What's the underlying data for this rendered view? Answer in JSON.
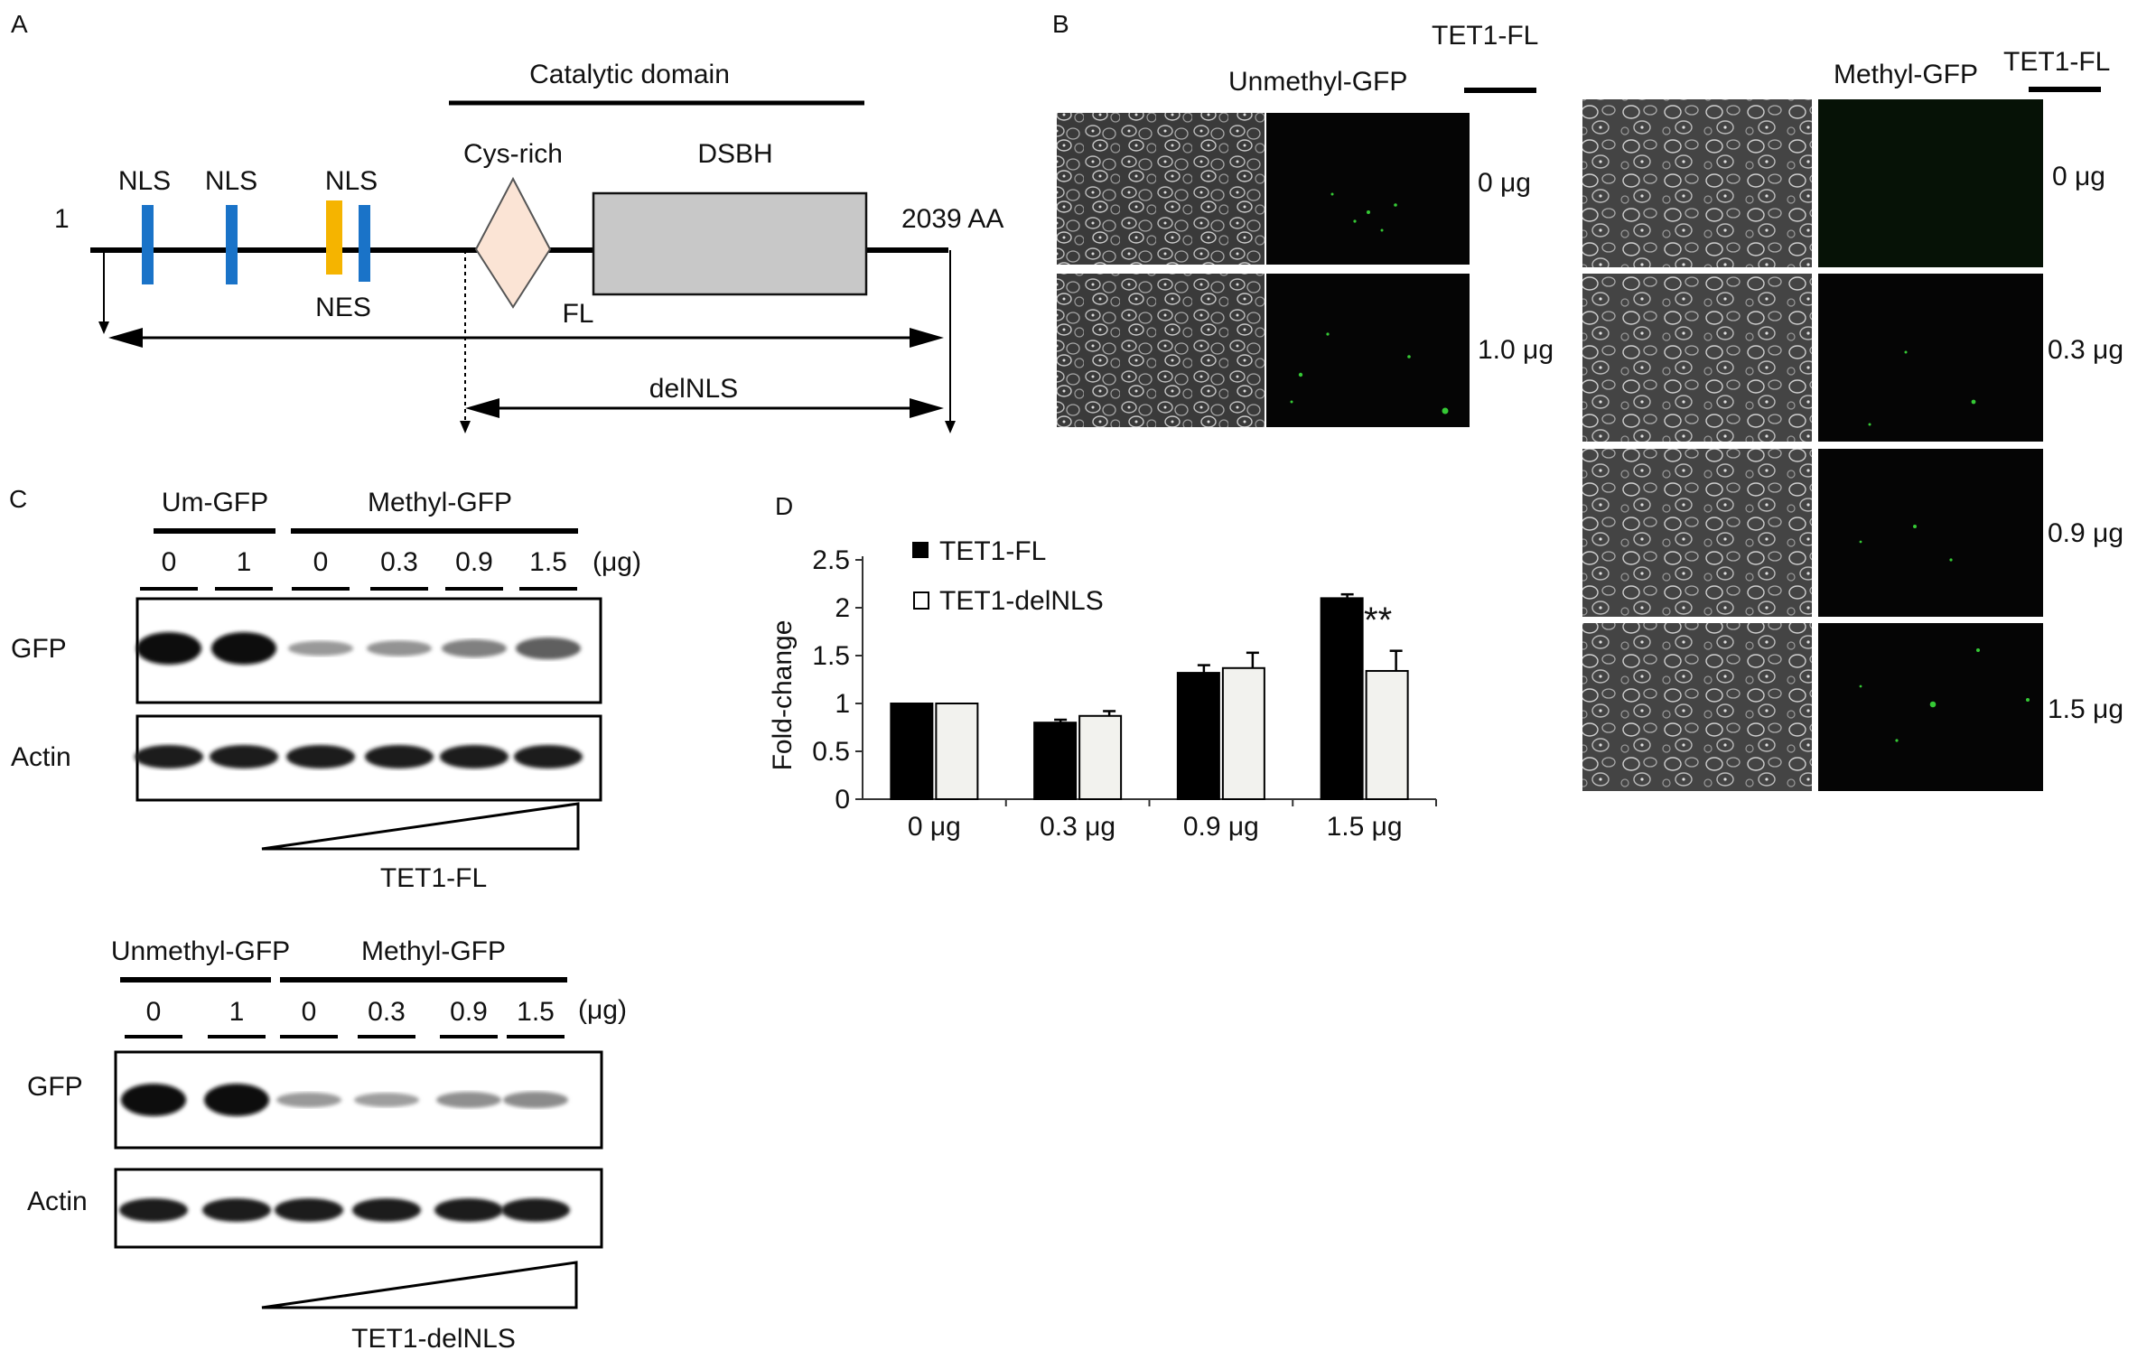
{
  "panel_letters": {
    "a": "A",
    "b": "B",
    "c": "C",
    "d": "D"
  },
  "colors": {
    "nls": "#1a73c8",
    "nes": "#f5b400",
    "cys": "#fbe4d5",
    "dsbh": "#c8c8c8",
    "gfp_dot": "#35c935",
    "bar_fl": "#000000",
    "bar_del": "#f2f2ee"
  },
  "panelA": {
    "domain_title": "Catalytic domain",
    "cys_label": "Cys-rich",
    "dsbh_label": "DSBH",
    "nls_labels": [
      "NLS",
      "NLS",
      "NLS"
    ],
    "nes_label": "NES",
    "start_label": "1",
    "end_label": "2039 AA",
    "fl_label": "FL",
    "delnls_label": "delNLS"
  },
  "panelB": {
    "left_header": "Unmethyl-GFP",
    "left_scale_label": "TET1-FL",
    "left_doses": [
      "0 μg",
      "1.0 μg"
    ],
    "right_header": "Methyl-GFP",
    "right_scale_label": "TET1-FL",
    "right_doses": [
      "0 μg",
      "0.3 μg",
      "0.9 μg",
      "1.5 μg"
    ]
  },
  "panelC": {
    "blot1": {
      "group_left": "Um-GFP",
      "group_right": "Methyl-GFP",
      "lanes": [
        "0",
        "1",
        "0",
        "0.3",
        "0.9",
        "1.5"
      ],
      "unit": "(μg)",
      "rows": [
        "GFP",
        "Actin"
      ],
      "construct": "TET1-FL",
      "gfp_intensity": [
        1.0,
        1.0,
        0.25,
        0.28,
        0.38,
        0.55
      ]
    },
    "blot2": {
      "group_left": "Unmethyl-GFP",
      "group_right": "Methyl-GFP",
      "lanes": [
        "0",
        "1",
        "0",
        "0.3",
        "0.9",
        "1.5"
      ],
      "unit": "(μg)",
      "rows": [
        "GFP",
        "Actin"
      ],
      "construct": "TET1-delNLS",
      "gfp_intensity": [
        1.0,
        1.0,
        0.25,
        0.22,
        0.3,
        0.32
      ]
    }
  },
  "chart_data": {
    "type": "bar",
    "categories": [
      "0 μg",
      "0.3 μg",
      "0.9 μg",
      "1.5 μg"
    ],
    "series": [
      {
        "name": "TET1-FL",
        "values": [
          1.0,
          0.8,
          1.32,
          2.1
        ],
        "errors": [
          0.0,
          0.03,
          0.08,
          0.04
        ]
      },
      {
        "name": "TET1-delNLS",
        "values": [
          1.0,
          0.87,
          1.37,
          1.34
        ],
        "errors": [
          0.0,
          0.05,
          0.16,
          0.21
        ]
      }
    ],
    "ylabel": "Fold-change",
    "xlabel": "",
    "ylim": [
      0,
      2.5
    ],
    "yticks": [
      "0",
      "0.5",
      "1",
      "1.5",
      "2",
      "2.5"
    ],
    "annotation": "**",
    "legend_position": "top-left"
  }
}
